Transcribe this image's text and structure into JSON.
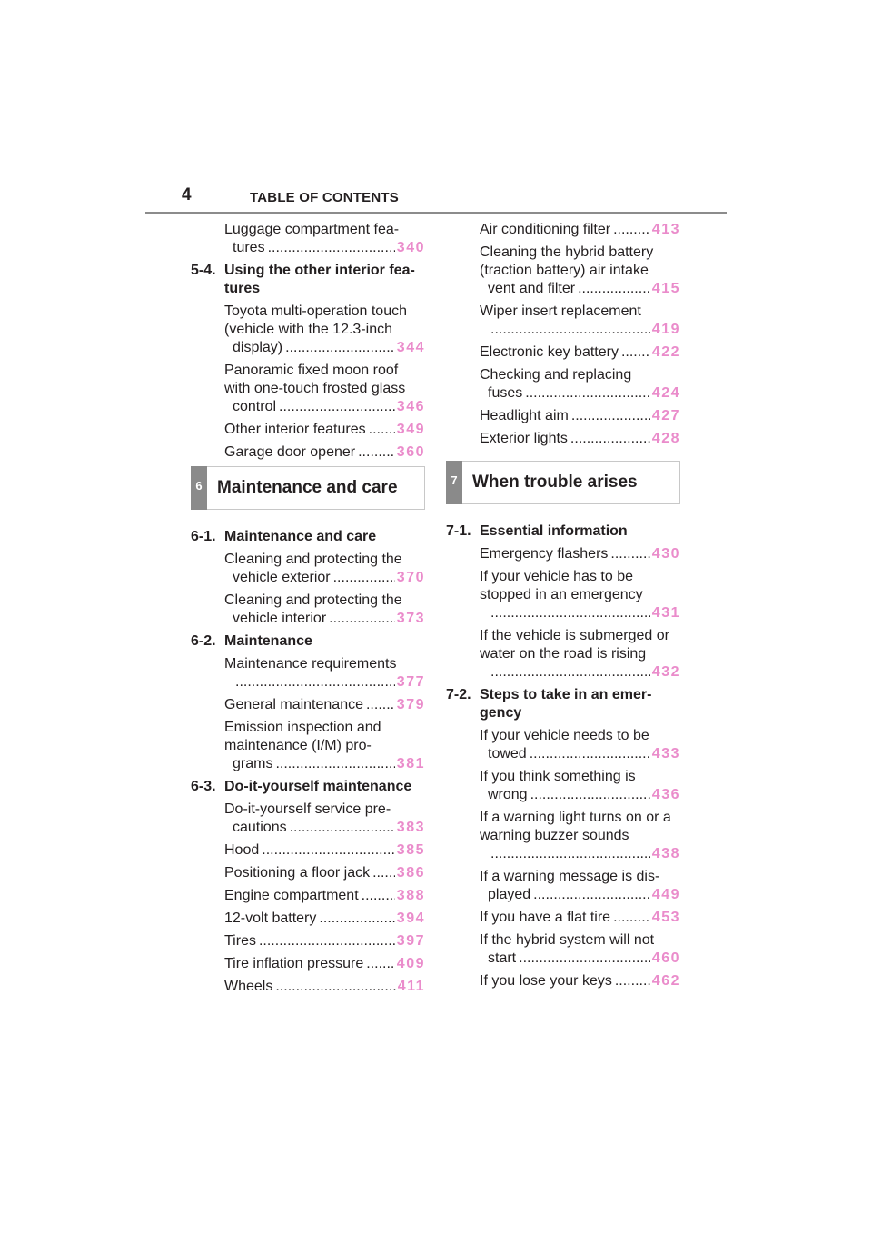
{
  "header": {
    "page_number": "4",
    "title": "TABLE OF CONTENTS"
  },
  "left": {
    "block1": [
      {
        "lead": "Luggage compartment fea-",
        "last": "tures",
        "page": "340"
      }
    ],
    "sec54": {
      "num": "5-4.",
      "title": "Using the other interior fea-tures"
    },
    "block2": [
      {
        "lead": "Toyota multi-operation touch (vehicle with the 12.3-inch",
        "last": "display)",
        "page": "344"
      },
      {
        "lead": "Panoramic fixed moon roof with one-touch frosted glass",
        "last": "control",
        "page": "346"
      },
      {
        "lead": "",
        "last": "Other interior features",
        "page": "349"
      },
      {
        "lead": "",
        "last": "Garage door opener",
        "page": "360"
      }
    ],
    "chapter6": {
      "tab": "6",
      "title": "Maintenance and care"
    },
    "sec61": {
      "num": "6-1.",
      "title": "Maintenance and care"
    },
    "block3": [
      {
        "lead": "Cleaning and protecting the",
        "last": "vehicle exterior",
        "page": "370"
      },
      {
        "lead": "Cleaning and protecting the",
        "last": "vehicle interior",
        "page": "373"
      }
    ],
    "sec62": {
      "num": "6-2.",
      "title": "Maintenance"
    },
    "block4": [
      {
        "lead": "Maintenance requirements",
        "last": "",
        "page": "377"
      },
      {
        "lead": "",
        "last": "General maintenance",
        "page": "379"
      },
      {
        "lead": "Emission inspection and maintenance (I/M) pro-",
        "last": "grams",
        "page": "381"
      }
    ],
    "sec63": {
      "num": "6-3.",
      "title": "Do-it-yourself maintenance"
    },
    "block5": [
      {
        "lead": "Do-it-yourself service pre-",
        "last": "cautions",
        "page": "383"
      },
      {
        "lead": "",
        "last": "Hood",
        "page": "385"
      },
      {
        "lead": "",
        "last": "Positioning a floor jack",
        "page": "386"
      },
      {
        "lead": "",
        "last": "Engine compartment",
        "page": "388"
      },
      {
        "lead": "",
        "last": "12-volt battery",
        "page": "394"
      },
      {
        "lead": "",
        "last": "Tires",
        "page": "397"
      },
      {
        "lead": "",
        "last": "Tire inflation pressure",
        "page": "409"
      },
      {
        "lead": "",
        "last": "Wheels",
        "page": "411"
      }
    ]
  },
  "right": {
    "block1": [
      {
        "lead": "",
        "last": "Air conditioning filter",
        "page": "413"
      },
      {
        "lead": "Cleaning the hybrid battery (traction battery) air intake",
        "last": "vent and filter",
        "page": "415"
      },
      {
        "lead": "Wiper insert replacement",
        "last": "",
        "page": "419"
      },
      {
        "lead": "",
        "last": "Electronic key battery",
        "page": "422"
      },
      {
        "lead": "Checking and replacing",
        "last": "fuses",
        "page": "424"
      },
      {
        "lead": "",
        "last": "Headlight aim",
        "page": "427"
      },
      {
        "lead": "",
        "last": "Exterior lights",
        "page": "428"
      }
    ],
    "chapter7": {
      "tab": "7",
      "title": "When trouble arises"
    },
    "sec71": {
      "num": "7-1.",
      "title": "Essential information"
    },
    "block2": [
      {
        "lead": "",
        "last": "Emergency flashers",
        "page": "430"
      },
      {
        "lead": "If your vehicle has to be stopped in an emergency",
        "last": "",
        "page": "431"
      },
      {
        "lead": "If the vehicle is submerged or water on the road is rising",
        "last": "",
        "page": "432"
      }
    ],
    "sec72": {
      "num": "7-2.",
      "title": "Steps to take in an emer-gency"
    },
    "block3": [
      {
        "lead": "If your vehicle needs to be",
        "last": "towed",
        "page": "433"
      },
      {
        "lead": "If you think something is",
        "last": "wrong",
        "page": "436"
      },
      {
        "lead": "If a warning light turns on or a warning buzzer sounds",
        "last": "",
        "page": "438"
      },
      {
        "lead": "If a warning message is dis-",
        "last": "played",
        "page": "449"
      },
      {
        "lead": "",
        "last": "If you have a flat tire",
        "page": "453"
      },
      {
        "lead": "If the hybrid system will not",
        "last": "start",
        "page": "460"
      },
      {
        "lead": "",
        "last": "If you lose your keys",
        "page": "462"
      }
    ]
  }
}
